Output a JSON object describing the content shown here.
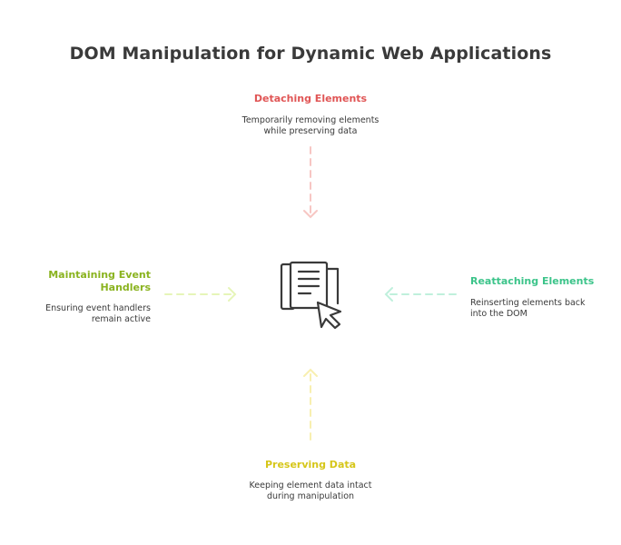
{
  "title": "DOM Manipulation for Dynamic Web Applications",
  "center_icon": "document-cursor-icon",
  "colors": {
    "detaching": "#e05555",
    "detaching_arrow": "#f7c6c3",
    "reattaching": "#3cc48a",
    "reattaching_arrow": "#bff0dc",
    "preserving": "#d6c619",
    "preserving_arrow": "#f8efb0",
    "maintaining": "#8ab31f",
    "maintaining_arrow": "#e6f5b8",
    "text": "#3a3a3a"
  },
  "nodes": {
    "top": {
      "heading": "Detaching Elements",
      "description": [
        "Temporarily removing elements",
        "while preserving data"
      ]
    },
    "right": {
      "heading": "Reattaching Elements",
      "description": [
        "Reinserting elements back",
        "into the DOM"
      ]
    },
    "bottom": {
      "heading": "Preserving Data",
      "description": [
        "Keeping element data intact",
        "during manipulation"
      ]
    },
    "left": {
      "heading": [
        "Maintaining Event",
        "Handlers"
      ],
      "description": [
        "Ensuring event handlers",
        "remain active"
      ]
    }
  }
}
